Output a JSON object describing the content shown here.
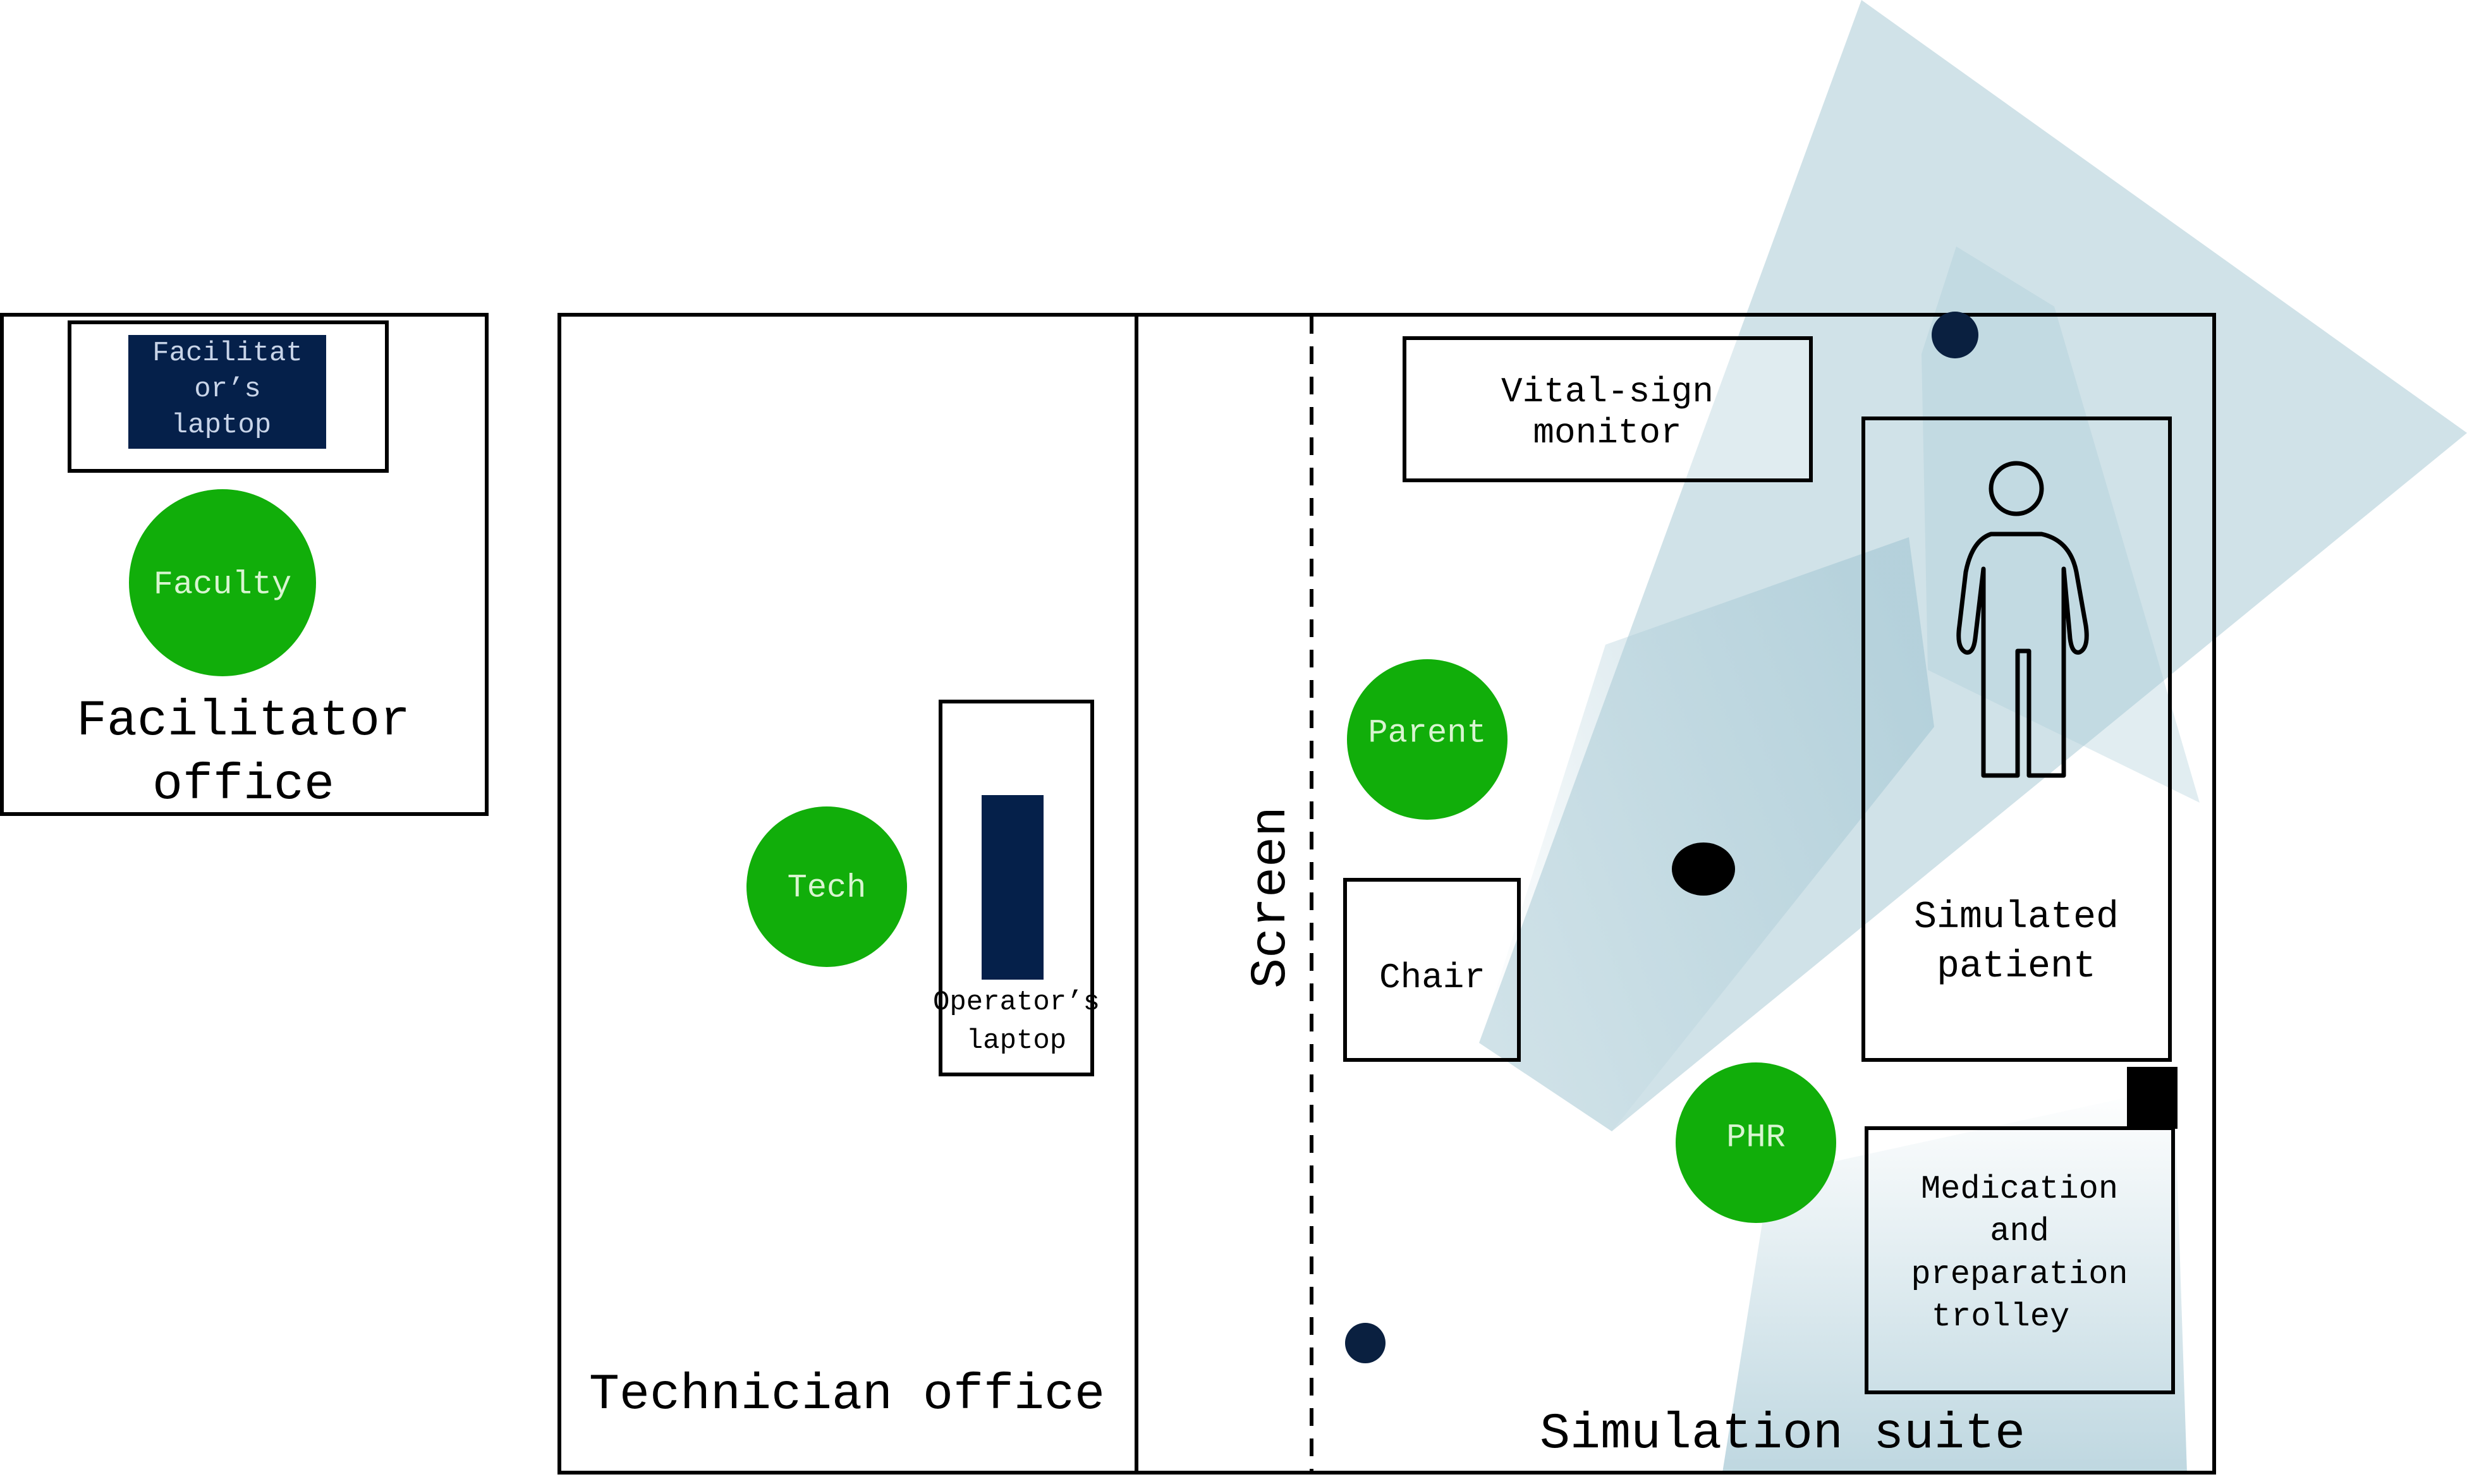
{
  "rooms": {
    "facilitator_office": {
      "label_line1": "Facilitator",
      "label_line2": "office"
    },
    "technician_office": {
      "label": "Technician office"
    },
    "simulation_suite": {
      "label": "Simulation suite"
    }
  },
  "screen": {
    "label": "Screen"
  },
  "devices": {
    "facilitator_laptop": {
      "line1": "Facilitat",
      "line2": "or’s",
      "line3": "laptop"
    },
    "operator_laptop": {
      "line1": "Operator’s",
      "line2": "laptop"
    },
    "vital_sign_monitor": {
      "line1": "Vital-sign",
      "line2": "monitor"
    }
  },
  "people": {
    "faculty": "Faculty",
    "tech": "Tech",
    "parent": "Parent",
    "phr": "PHR"
  },
  "furniture": {
    "chair": "Chair",
    "simulated_patient": {
      "line1": "Simulated",
      "line2": "patient"
    },
    "trolley": {
      "line1": "Medication",
      "line2": "and",
      "line3": "preparation",
      "line4": "trolley"
    }
  },
  "colors": {
    "person": "#11ae0a",
    "person_text": "#d8f5d0",
    "laptop": "#05204a",
    "laptop_text": "#c8d4e8",
    "camera_field": "#a9cad6",
    "camera_dot": "#0a2040",
    "outline": "#000000"
  },
  "icons": [
    "person-outline-icon",
    "camera-icon",
    "microphone-icon",
    "speaker-icon"
  ]
}
